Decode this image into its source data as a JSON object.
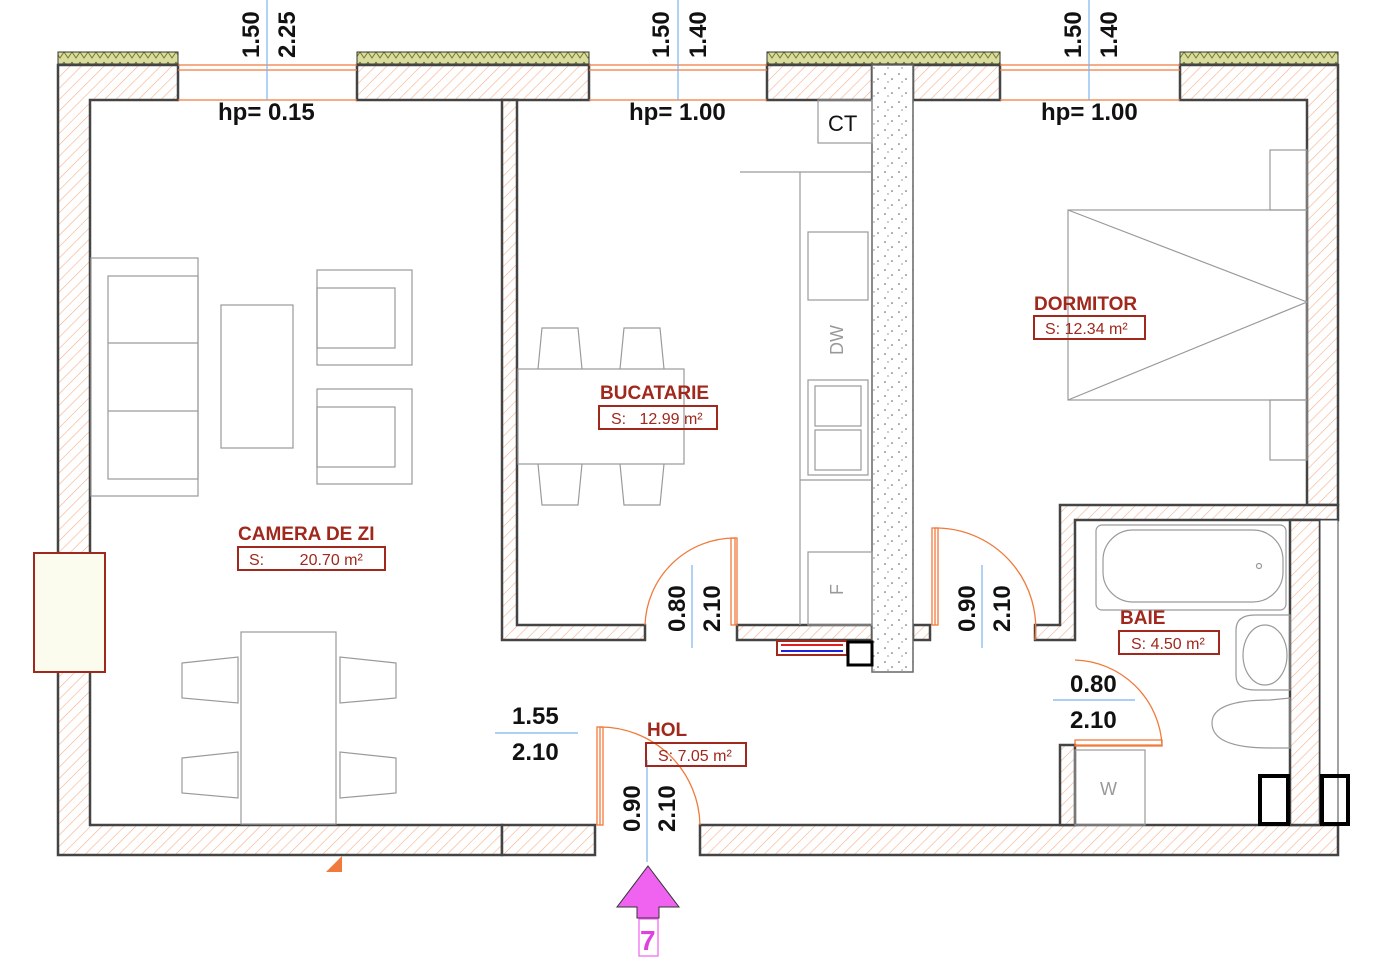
{
  "windows": [
    {
      "width": "1.50",
      "height": "2.25",
      "hp": "hp= 0.15"
    },
    {
      "width": "1.50",
      "height": "1.40",
      "hp": "hp= 1.00"
    },
    {
      "width": "1.50",
      "height": "1.40",
      "hp": "hp= 1.00"
    }
  ],
  "rooms": [
    {
      "name": "CAMERA DE ZI",
      "area": "S:        20.70 m²"
    },
    {
      "name": "BUCATARIE",
      "area": "S:   12.99 m²"
    },
    {
      "name": "DORMITOR",
      "area": "S: 12.34 m²"
    },
    {
      "name": "BAIE",
      "area": "S: 4.50 m²"
    },
    {
      "name": "HOL",
      "area": "S: 7.05 m²"
    }
  ],
  "doors": [
    {
      "width": "0.80",
      "height": "2.10"
    },
    {
      "width": "0.90",
      "height": "2.10"
    },
    {
      "width": "0.80",
      "height": "2.10"
    },
    {
      "width": "0.90",
      "height": "2.10"
    }
  ],
  "opening": {
    "width": "1.55",
    "height": "2.10"
  },
  "appliances": {
    "ct": "CT",
    "dw": "DW",
    "f": "F",
    "w": "W"
  },
  "entrance": {
    "label": "7",
    "color": "#f062f0"
  }
}
